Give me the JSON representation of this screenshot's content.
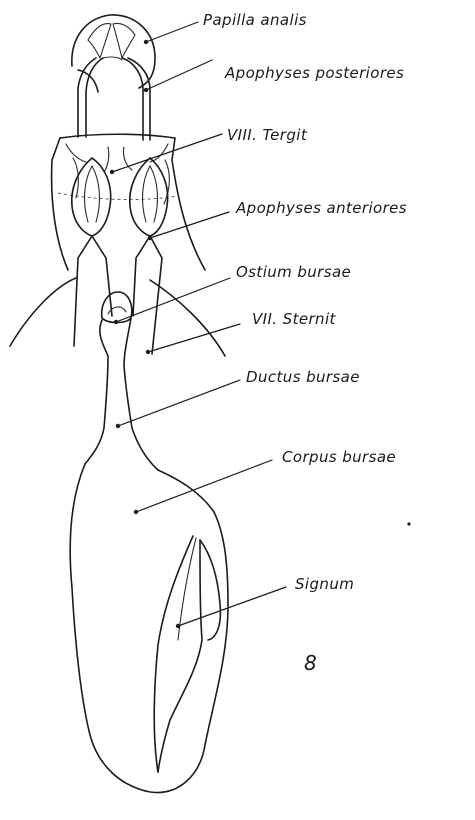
{
  "labels": {
    "papilla_analis": "Papilla analis",
    "apophyses_posteriores": "Apophyses posteriores",
    "viii_tergit": "VIII. Tergit",
    "apophyses_anteriores": "Apophyses anteriores",
    "ostium_bursae": "Ostium bursae",
    "vii_sternit": "VII. Sternit",
    "ductus_bursae": "Ductus bursae",
    "corpus_bursae": "Corpus bursae",
    "signum": "Signum"
  },
  "figure_number": "8",
  "colors": {
    "ink": "#1c1c1c",
    "paper": "#ffffff"
  }
}
